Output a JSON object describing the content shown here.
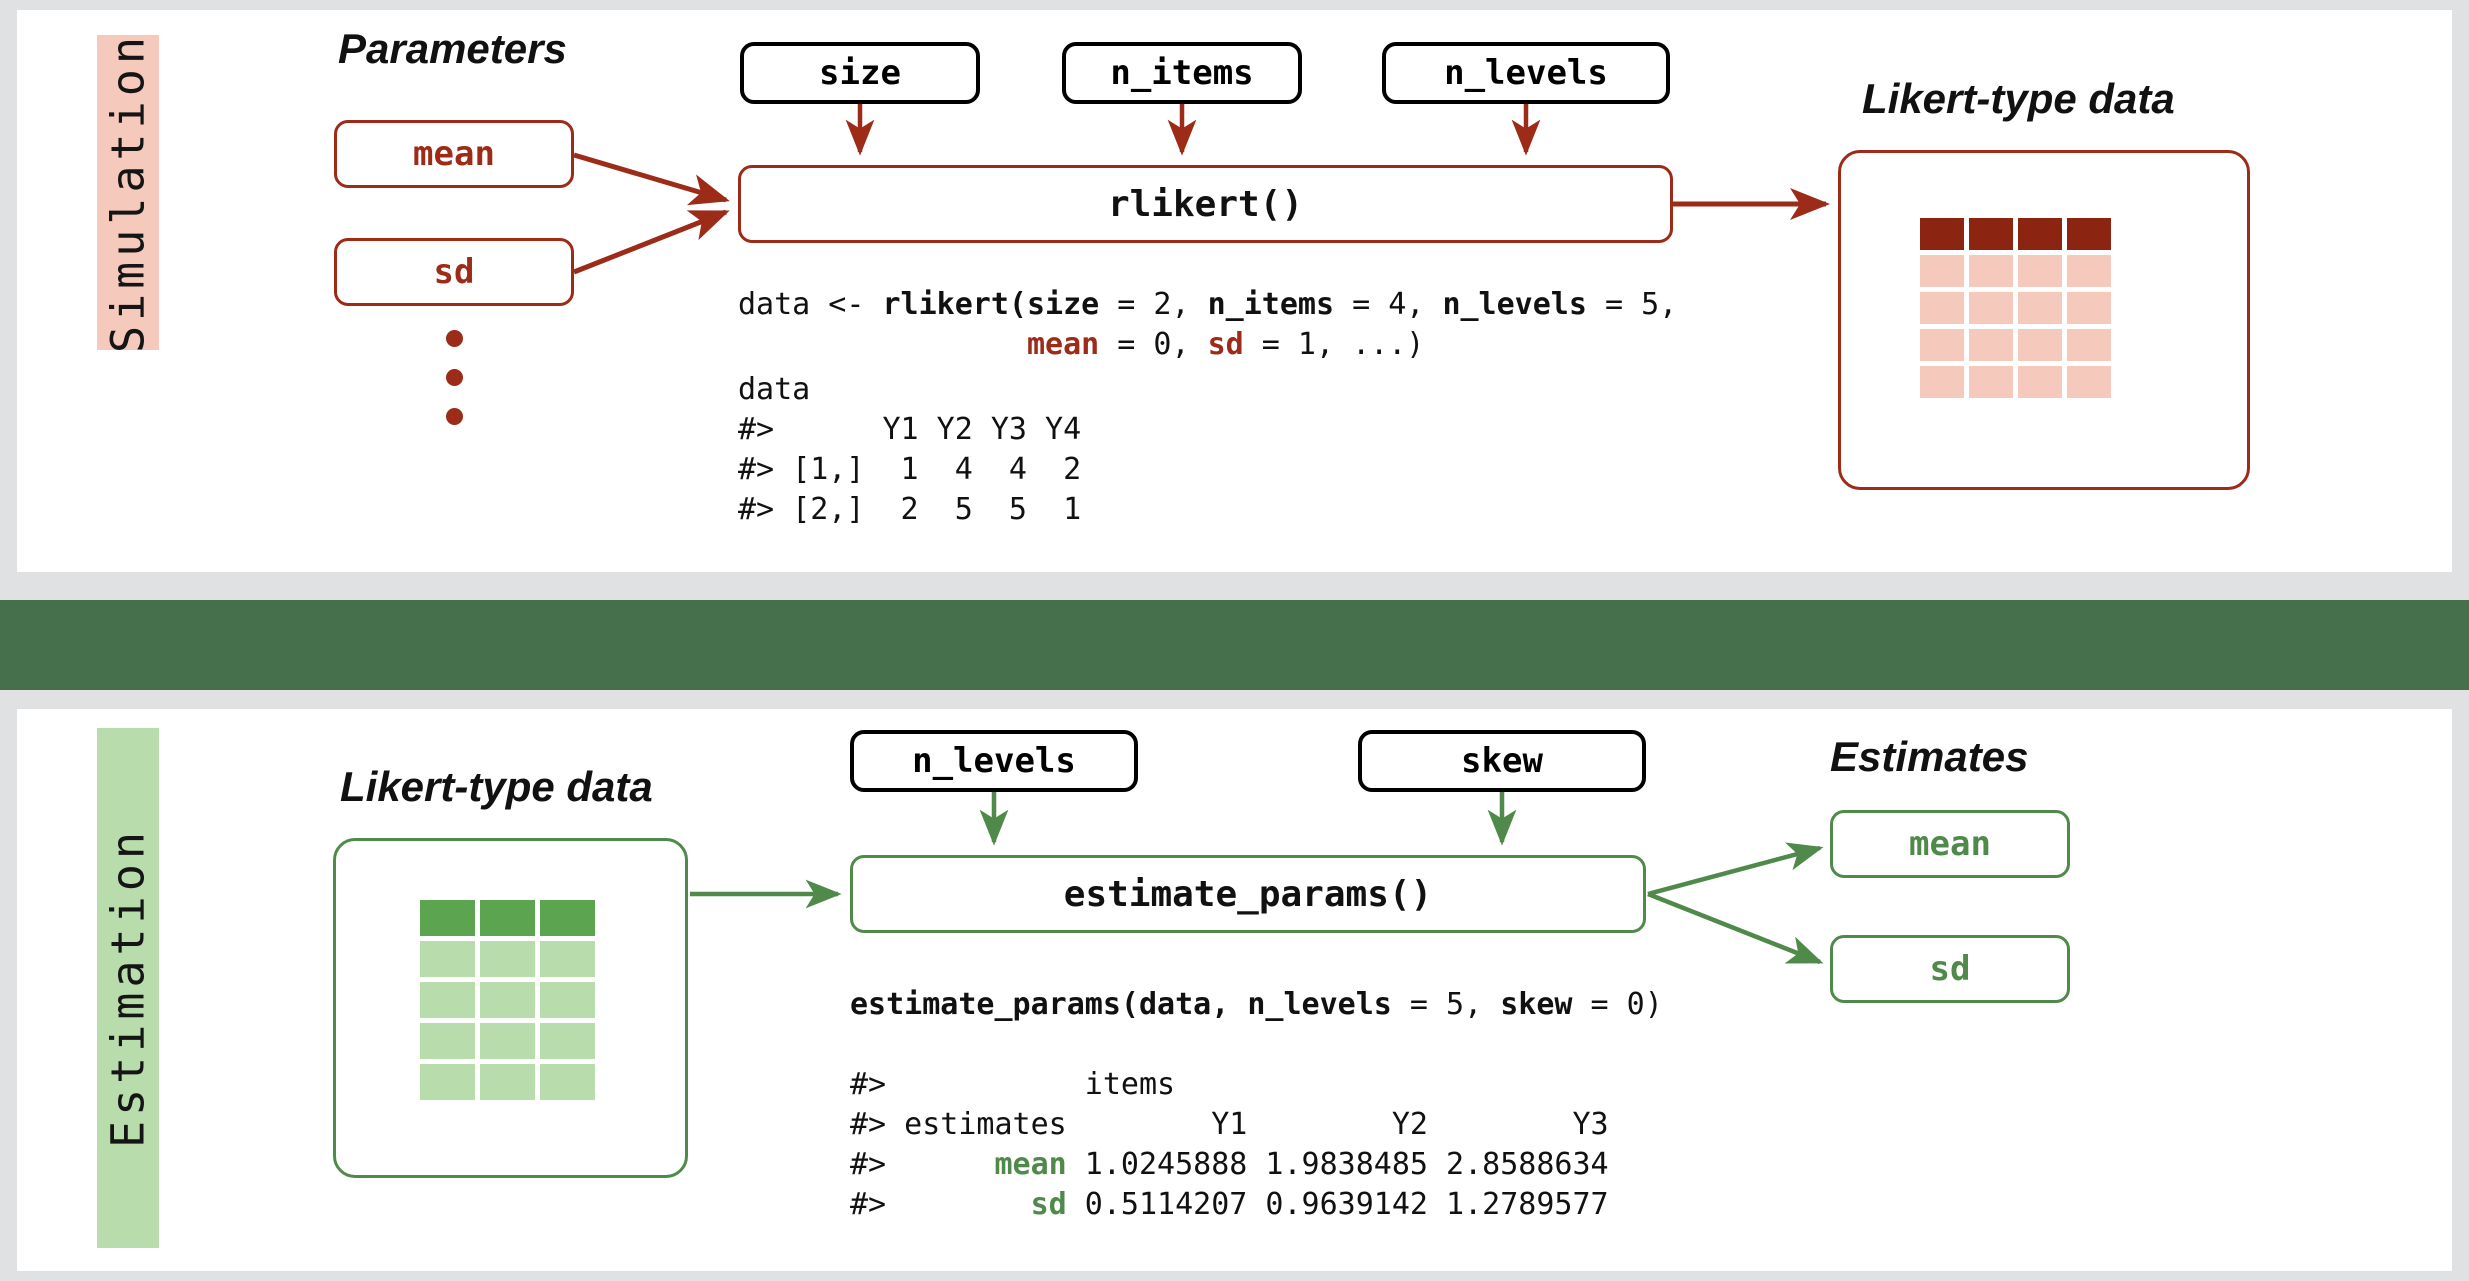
{
  "colors": {
    "page_background": "#dfe1e3",
    "panel_background": "#ffffff",
    "divider_bar": "#466f4b",
    "simulation_tab": "#f6c9bd",
    "estimation_tab": "#b9dcac",
    "simulation_accent": "#9c2b18",
    "estimation_accent": "#4f8a4a",
    "grid_header_red": "#8c2412",
    "grid_body_red": "#f6c9bd",
    "grid_header_green": "#5ca450",
    "grid_body_green": "#b9dcac",
    "param_box_border": "#000000"
  },
  "simulation": {
    "tab_label": "Simulation",
    "parameters_heading": "Parameters",
    "param_boxes": [
      {
        "label": "mean"
      },
      {
        "label": "sd"
      }
    ],
    "ellipsis_dots": 3,
    "argument_boxes": [
      {
        "label": "size"
      },
      {
        "label": "n_items"
      },
      {
        "label": "n_levels"
      }
    ],
    "function_box": "rlikert()",
    "output_heading": "Likert-type data",
    "grid": {
      "columns": 4,
      "rows": 5,
      "header_row": 1
    },
    "code_call": {
      "line1": [
        {
          "text": "data <- ",
          "style": "plain"
        },
        {
          "text": "rlikert(",
          "style": "bold"
        },
        {
          "text": "size",
          "style": "bold"
        },
        {
          "text": " = 2, ",
          "style": "plain"
        },
        {
          "text": "n_items",
          "style": "bold"
        },
        {
          "text": " = 4, ",
          "style": "plain"
        },
        {
          "text": "n_levels",
          "style": "bold"
        },
        {
          "text": " = 5,",
          "style": "plain"
        }
      ],
      "line2": [
        {
          "text": "                ",
          "style": "plain"
        },
        {
          "text": "mean",
          "style": "accent"
        },
        {
          "text": " = 0, ",
          "style": "plain"
        },
        {
          "text": "sd",
          "style": "accent"
        },
        {
          "text": " = 1, ...)",
          "style": "plain"
        }
      ]
    },
    "code_output": [
      "data",
      "#>      Y1 Y2 Y3 Y4",
      "#> [1,]  1  4  4  2",
      "#> [2,]  2  5  5  1"
    ]
  },
  "estimation": {
    "tab_label": "Estimation",
    "input_heading": "Likert-type data",
    "grid": {
      "columns": 3,
      "rows": 5,
      "header_row": 1
    },
    "argument_boxes": [
      {
        "label": "n_levels"
      },
      {
        "label": "skew"
      }
    ],
    "function_box": "estimate_params()",
    "output_heading": "Estimates",
    "output_boxes": [
      {
        "label": "mean"
      },
      {
        "label": "sd"
      }
    ],
    "code_call": [
      {
        "text": "estimate_params(",
        "style": "bold"
      },
      {
        "text": "data",
        "style": "bold"
      },
      {
        "text": ", ",
        "style": "bold"
      },
      {
        "text": "n_levels",
        "style": "bold"
      },
      {
        "text": " = 5, ",
        "style": "plain"
      },
      {
        "text": "skew",
        "style": "bold"
      },
      {
        "text": " = 0)",
        "style": "plain"
      }
    ],
    "code_output": {
      "header_line": "#>           items",
      "column_line": "#> estimates        Y1        Y2        Y3",
      "mean_label": "mean",
      "mean_values": "1.0245888 1.9838485 2.8588634",
      "sd_label": "sd",
      "sd_values": "0.5114207 0.9639142 1.2789577",
      "mean_prefix": "#>      ",
      "sd_prefix": "#>        "
    }
  },
  "chart_data": {
    "type": "table",
    "title": "rlikert() simulated Likert-type data",
    "columns": [
      "",
      "Y1",
      "Y2",
      "Y3",
      "Y4"
    ],
    "rows": [
      [
        "[1,]",
        1,
        4,
        4,
        2
      ],
      [
        "[2,]",
        2,
        5,
        5,
        1
      ]
    ],
    "estimates_table": {
      "columns": [
        "estimates",
        "Y1",
        "Y2",
        "Y3"
      ],
      "rows": [
        [
          "mean",
          1.0245888,
          1.9838485,
          2.8588634
        ],
        [
          "sd",
          0.5114207,
          0.9639142,
          1.2789577
        ]
      ]
    }
  }
}
